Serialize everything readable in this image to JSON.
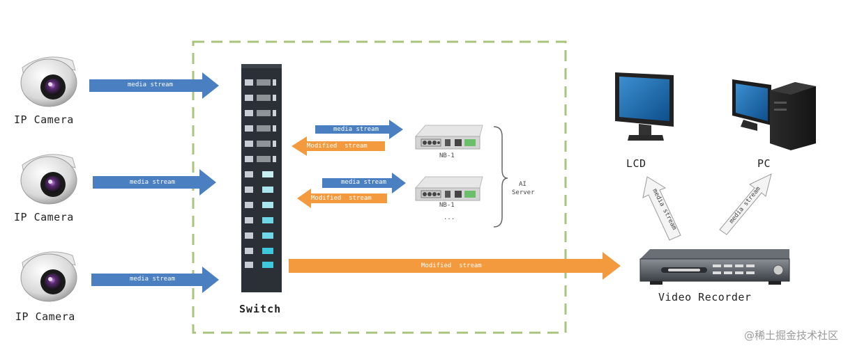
{
  "cameras": [
    {
      "label": "IP Camera",
      "stream_label": "media stream"
    },
    {
      "label": "IP Camera",
      "stream_label": "media stream"
    },
    {
      "label": "IP Camera",
      "stream_label": "media stream"
    }
  ],
  "switch": {
    "label": "Switch"
  },
  "ai_server": {
    "label_line1": "AI",
    "label_line2": "Server",
    "nodes": [
      {
        "label": "NB-1",
        "in_label": "media stream",
        "out_label": "Modified  stream"
      },
      {
        "label": "NB-1",
        "in_label": "media stream",
        "out_label": "Modified  stream"
      }
    ],
    "more": "..."
  },
  "recorder": {
    "label": "Video Recorder",
    "in_label": "Modified  stream"
  },
  "lcd": {
    "label": "LCD",
    "stream_label": "media stream"
  },
  "pc": {
    "label": "PC",
    "stream_label": "media stream"
  },
  "watermark": "@稀土掘金技术社区",
  "colors": {
    "blue_arrow": "#4a7fc1",
    "orange_arrow": "#f39a3e",
    "dashed_border": "#a8c47c",
    "switch_body": "#2a3036"
  }
}
